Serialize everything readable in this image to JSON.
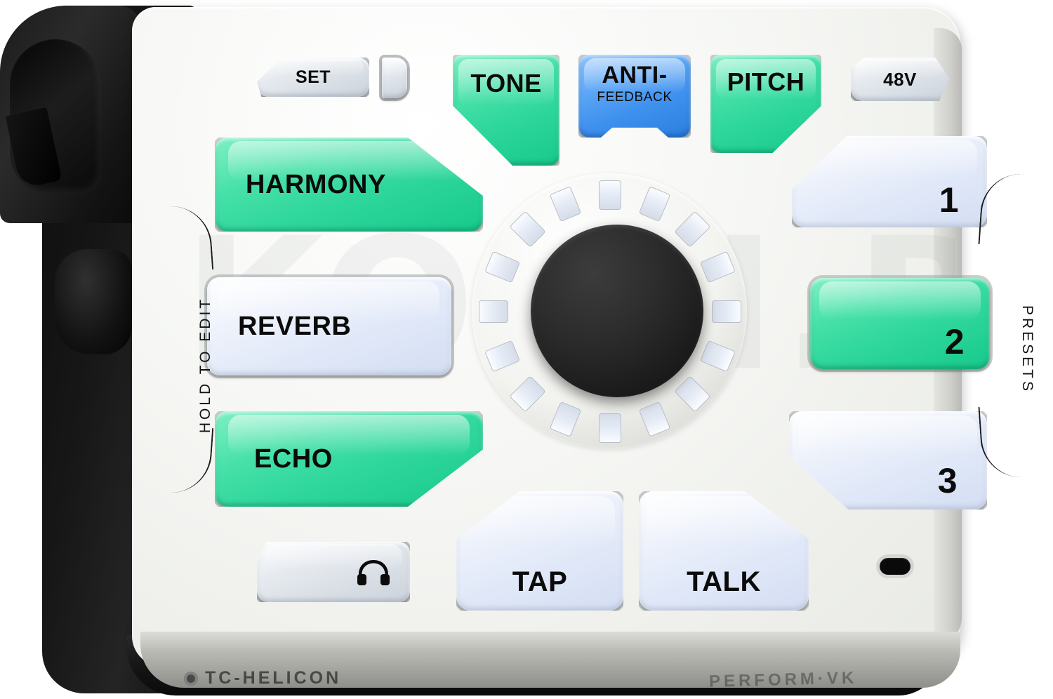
{
  "device": {
    "brand": "TC-HELICON",
    "model": "PERFORM·VK",
    "watermark": "KORN.BG"
  },
  "colors": {
    "active_green": "#2fd79c",
    "active_blue": "#3f91ee",
    "inactive_white": "#e0e8f8",
    "grey_button": "#d7dde4",
    "body": "#f3f4f0",
    "chassis_black": "#141414",
    "knob_black": "#1c1c1c",
    "label_black": "#0b0b0b"
  },
  "top_row": {
    "set": {
      "label": "SET",
      "state": "inactive",
      "style": "grey"
    },
    "set_led": {
      "name": "set-led-indicator",
      "state": "inactive"
    },
    "tone": {
      "label": "TONE",
      "state": "active",
      "style": "green"
    },
    "anti_feedback": {
      "line1": "ANTI-",
      "line2": "FEEDBACK",
      "state": "active",
      "style": "blue"
    },
    "pitch": {
      "label": "PITCH",
      "state": "active",
      "style": "green"
    },
    "phantom": {
      "label": "48V",
      "state": "inactive",
      "style": "grey"
    }
  },
  "effects": [
    {
      "label": "HARMONY",
      "state": "active",
      "style": "green"
    },
    {
      "label": "REVERB",
      "state": "inactive",
      "style": "white"
    },
    {
      "label": "ECHO",
      "state": "active",
      "style": "green"
    }
  ],
  "presets": {
    "label": "PRESETS",
    "items": [
      {
        "label": "1",
        "state": "inactive",
        "style": "white"
      },
      {
        "label": "2",
        "state": "active",
        "style": "green"
      },
      {
        "label": "3",
        "state": "inactive",
        "style": "white"
      }
    ]
  },
  "left_label": "HOLD TO EDIT",
  "bottom_row": {
    "headphones": {
      "icon": "headphones-icon",
      "state": "inactive",
      "style": "grey"
    },
    "tap": {
      "label": "TAP",
      "state": "inactive",
      "style": "white"
    },
    "talk": {
      "label": "TALK",
      "state": "inactive",
      "style": "white"
    }
  },
  "encoder": {
    "name": "rotary-encoder",
    "led_ring_segments": 16,
    "led_ring_lit": 0
  },
  "ir_window": {
    "name": "ir-sensor-window"
  }
}
